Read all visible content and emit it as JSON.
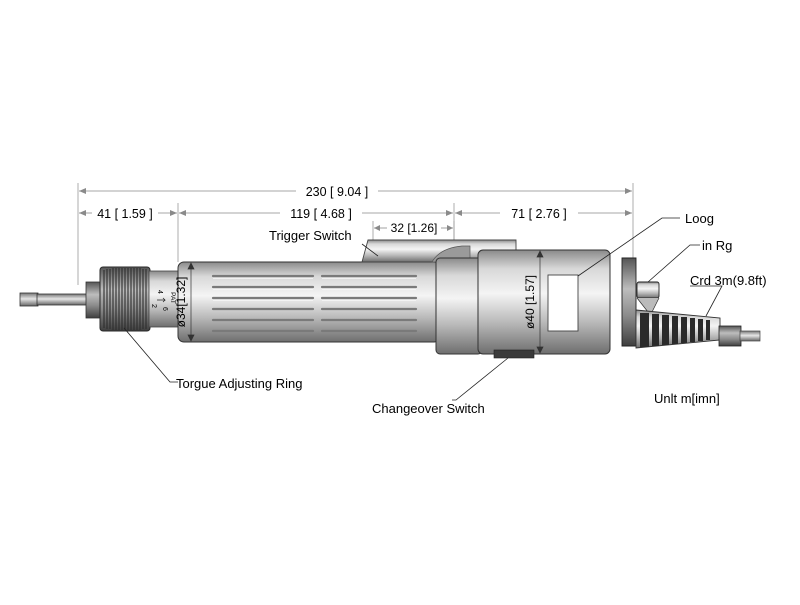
{
  "dimensions": {
    "overall": "230 [ 9.04 ]",
    "nose": "41 [ 1.59 ]",
    "body": "119 [ 4.68 ]",
    "trigger_width": "32 [1.26]",
    "rear": "71 [ 2.76 ]",
    "body_diameter": "ø34[1.32]",
    "grip_diameter": "ø40 [1.57]"
  },
  "labels": {
    "trigger_switch": "Trigger Switch",
    "logo": "Loog",
    "ring": "in Rg",
    "cord": "Crd 3m(9.8ft)",
    "torque_ring": "Torgue Adjusting Ring",
    "changeover_switch": "Changeover Switch",
    "unit": "Unlt  m[imn]"
  },
  "collar_marks": {
    "pat": "PAT",
    "left_num": "4",
    "right_num": "6",
    "bottom_num": "2"
  }
}
